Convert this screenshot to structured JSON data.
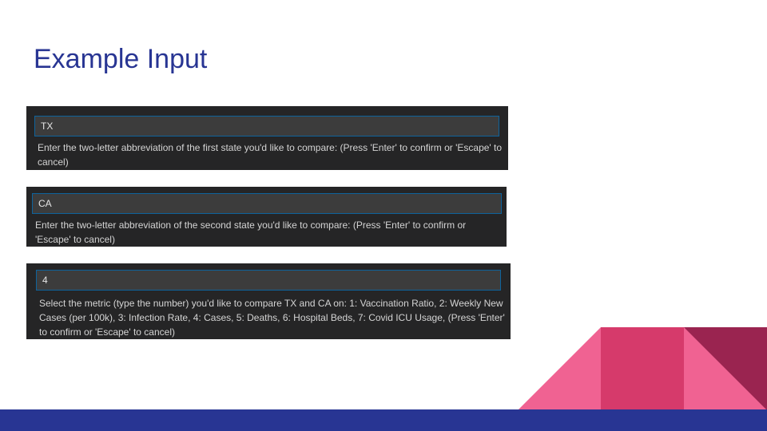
{
  "slide": {
    "title": "Example Input"
  },
  "prompts": [
    {
      "input_value": "TX",
      "message": "Enter the two-letter abbreviation of the first state you'd like to compare: (Press 'Enter' to confirm or 'Escape' to cancel)"
    },
    {
      "input_value": "CA",
      "message": "Enter the two-letter abbreviation of the second state you'd like to compare: (Press 'Enter' to confirm or 'Escape' to cancel)"
    },
    {
      "input_value": "4",
      "message": "Select the metric (type the number) you'd like to compare TX and CA on: 1: Vaccination Ratio, 2: Weekly New Cases (per 100k), 3: Infection Rate, 4: Cases, 5: Deaths, 6: Hospital Beds, 7: Covid ICU Usage, (Press 'Enter' to confirm or 'Escape' to cancel)"
    }
  ],
  "colors": {
    "title": "#283593",
    "bottom_bar": "#283593",
    "panel_bg": "#252526",
    "input_bg": "#3c3c3c",
    "input_border": "#0e639c",
    "deco_pink": "#f06292",
    "deco_magenta": "#d63a6b",
    "deco_maroon": "#9a2450"
  }
}
